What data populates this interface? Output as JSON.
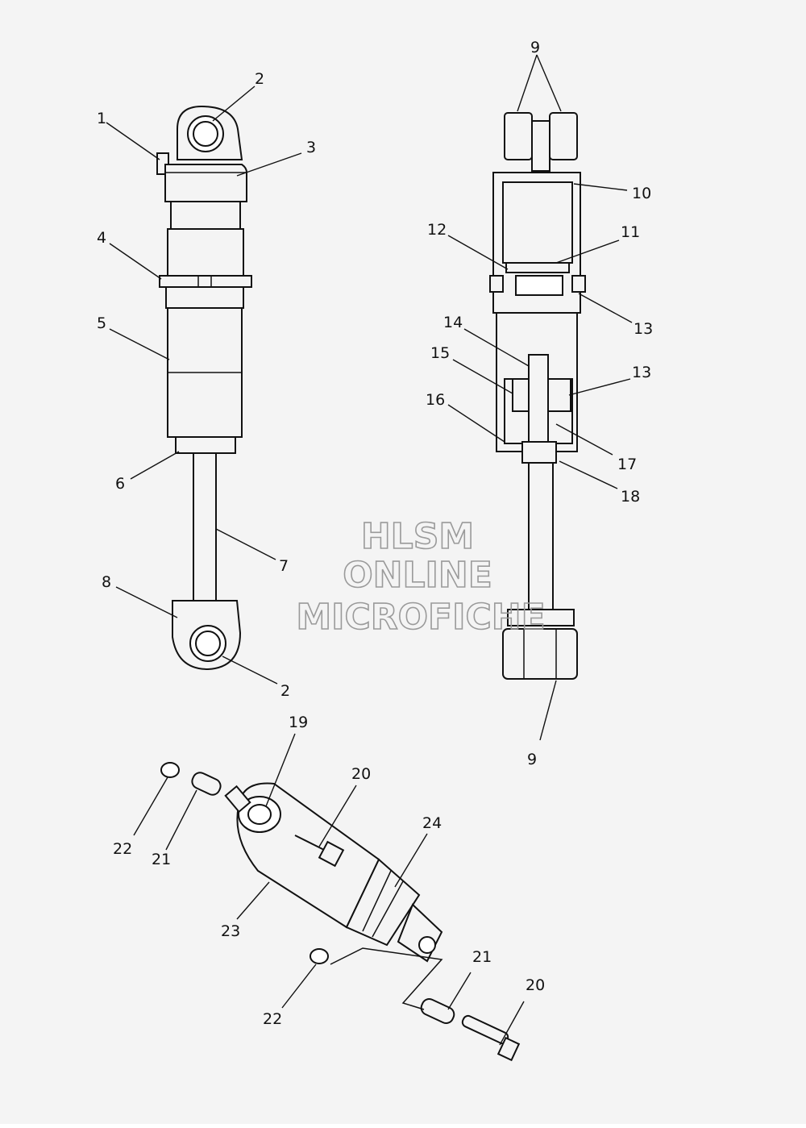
{
  "watermark": {
    "line1": "HLSM",
    "line2": "ONLINE",
    "line3": "MICROFICHE"
  },
  "callouts": [
    {
      "id": "c1",
      "text": "1"
    },
    {
      "id": "c2a",
      "text": "2"
    },
    {
      "id": "c3",
      "text": "3"
    },
    {
      "id": "c4",
      "text": "4"
    },
    {
      "id": "c5",
      "text": "5"
    },
    {
      "id": "c6",
      "text": "6"
    },
    {
      "id": "c7",
      "text": "7"
    },
    {
      "id": "c8",
      "text": "8"
    },
    {
      "id": "c2b",
      "text": "2"
    },
    {
      "id": "c9a",
      "text": "9"
    },
    {
      "id": "c10",
      "text": "10"
    },
    {
      "id": "c11",
      "text": "11"
    },
    {
      "id": "c12",
      "text": "12"
    },
    {
      "id": "c13a",
      "text": "13"
    },
    {
      "id": "c14",
      "text": "14"
    },
    {
      "id": "c15",
      "text": "15"
    },
    {
      "id": "c13b",
      "text": "13"
    },
    {
      "id": "c16",
      "text": "16"
    },
    {
      "id": "c17",
      "text": "17"
    },
    {
      "id": "c18",
      "text": "18"
    },
    {
      "id": "c9b",
      "text": "9"
    },
    {
      "id": "c19",
      "text": "19"
    },
    {
      "id": "c20a",
      "text": "20"
    },
    {
      "id": "c24",
      "text": "24"
    },
    {
      "id": "c22a",
      "text": "22"
    },
    {
      "id": "c21a",
      "text": "21"
    },
    {
      "id": "c23",
      "text": "23"
    },
    {
      "id": "c21b",
      "text": "21"
    },
    {
      "id": "c20b",
      "text": "20"
    },
    {
      "id": "c22b",
      "text": "22"
    }
  ]
}
